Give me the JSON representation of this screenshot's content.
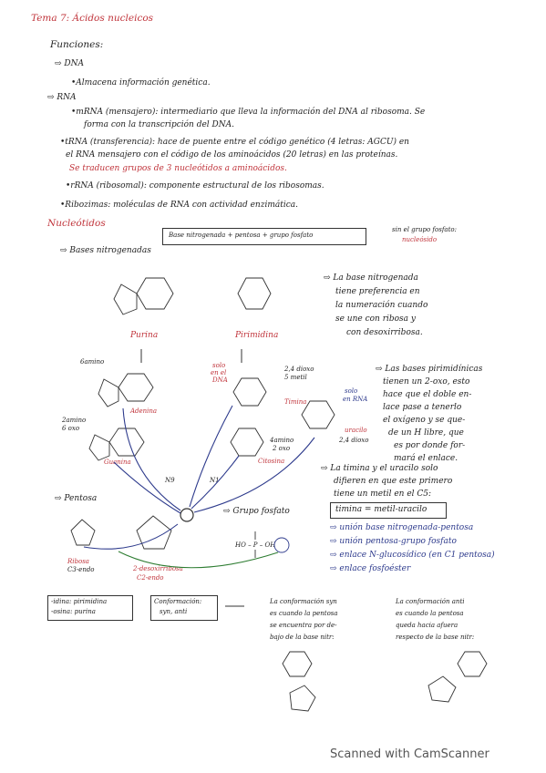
{
  "header": {
    "title": "Tema 7: Ácidos nucleicos"
  },
  "funciones": {
    "heading": "Funciones:",
    "dna_label": "⇨ DNA",
    "dna_desc": "•Almacena información genética.",
    "rna_label": "⇨ RNA",
    "mrna_1": "•mRNA (mensajero): intermediario que lleva la información del DNA al ribosoma. Se",
    "mrna_2": "forma con la transcripción del DNA.",
    "trna_1": "•tRNA (transferencia): hace de puente entre el código genético (4 letras: AGCU) en",
    "trna_2": "el RNA mensajero con el código de los aminoácidos (20 letras) en las proteínas.",
    "trna_3": "Se traducen grupos de 3 nucleótidos a aminoácidos.",
    "rrna": "•rRNA (ribosomal): componente estructural de los ribosomas.",
    "ribozimas": "•Ribozimas: moléculas de RNA con actividad enzimática."
  },
  "nucleotidos": {
    "heading": "Nucleótidos",
    "formula_box": "Base nitrogenada + pentosa + grupo fosfato",
    "sin_grupo": "sin el grupo fosfato:",
    "nucleosido": "nucleósido",
    "bases_label": "⇨ Bases nitrogenadas",
    "purina": "Purina",
    "pirimidina": "Pirimidina",
    "note_base_1": "⇨ La base nitrogenada",
    "note_base_2": "tiene preferencia en",
    "note_base_3": "la numeración cuando",
    "note_base_4": "se une con ribosa y",
    "note_base_5": "con desoxirribosa."
  },
  "bases": {
    "amino_6": "6amino",
    "adenina": "Adenina",
    "amino2_oxo6": "2amino",
    "oxo6": "6 oxo",
    "guanina": "Guanina",
    "solo_dna_1": "solo",
    "solo_dna_2": "en el",
    "solo_dna_3": "DNA",
    "dioxo_5metil_1": "2,4 dioxo",
    "dioxo_5metil_2": "5 metil",
    "timina": "Timina",
    "solo_rna_1": "solo",
    "solo_rna_2": "en RNA",
    "uracilo": "uracilo",
    "dioxo_24": "2,4 dioxo",
    "amino4_oxo2_1": "4amino",
    "amino4_oxo2_2": "2 oxo",
    "citosina": "Citosina",
    "n1": "N1",
    "n9": "N9",
    "oh": "OH"
  },
  "pirimidinas_note": {
    "l1": "⇨ Las bases pirimidínicas",
    "l2": "tienen un 2-oxo, esto",
    "l3": "hace que el doble en-",
    "l4": "lace pase a tenerlo",
    "l5": "el oxígeno y se que-",
    "l6": "de un H libre, que",
    "l7": "es por donde for-",
    "l8": "mará el enlace.",
    "l9": "⇨ La timina y el uracilo solo",
    "l10": "difieren en que este primero",
    "l11": "tiene un metil en el C5:",
    "box": "timina = metil-uracilo"
  },
  "enlaces": {
    "l1": "⇨ unión base nitrogenada-pentosa",
    "l2": "⇨ unión pentosa-grupo fosfato",
    "l3": "⇨ enlace N-glucosídico (en C1 pentosa)",
    "l4": "⇨ enlace fosfoéster"
  },
  "pentosa": {
    "label": "⇨ Pentosa",
    "ribosa_1": "Ribosa",
    "ribosa_2": "C3-endo",
    "desoxi_1": "2-desoxirribosa",
    "desoxi_2": "C2-endo",
    "grupo_fosfato": "⇨ Grupo fosfato",
    "phos_formula": "HO – P – OH"
  },
  "conformacion": {
    "idina_1": "-idina: pirimidina",
    "idina_2": "-osina: purina",
    "conf_1": "Conformación:",
    "conf_2": "syn, anti",
    "syn_1": "La conformación syn",
    "syn_2": "es cuando la pentosa",
    "syn_3": "se encuentra por de-",
    "syn_4": "bajo de la base nitr:",
    "anti_1": "La conformación anti",
    "anti_2": "es cuando la pentosa",
    "anti_3": "queda hacia afuera",
    "anti_4": "respecto de la base nitr:"
  },
  "footer": {
    "scanner": "Scanned with CamScanner"
  }
}
